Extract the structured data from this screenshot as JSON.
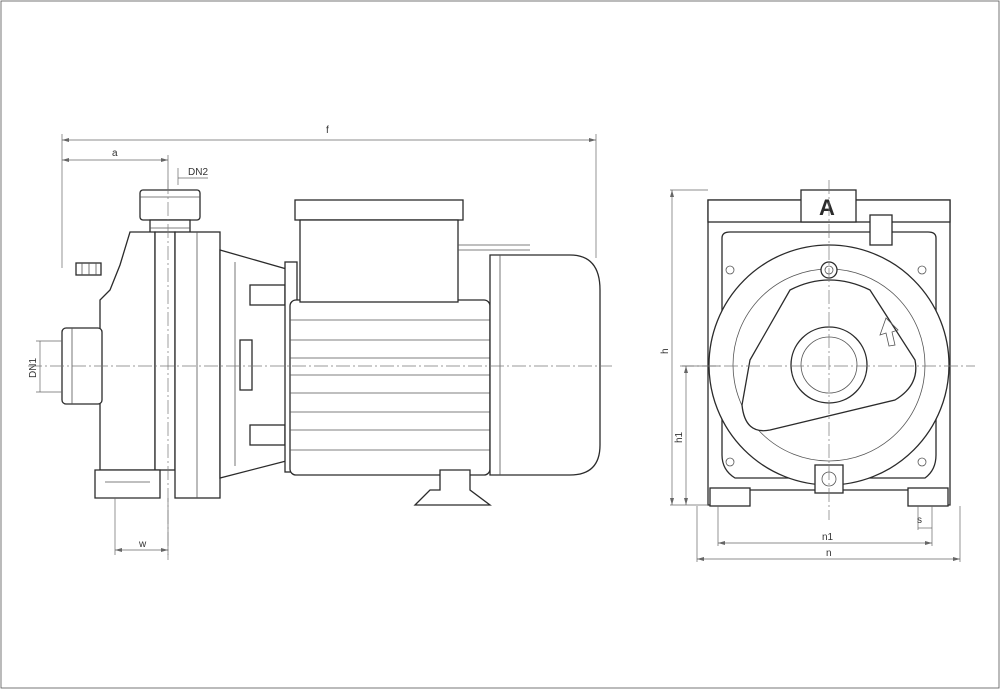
{
  "labels": {
    "f": "f",
    "a": "a",
    "dn2": "DN2",
    "dn1": "DN1",
    "w": "w",
    "h": "h",
    "h1": "h1",
    "n1": "n1",
    "n": "n",
    "s": "s"
  },
  "logo_letter": "A",
  "colors": {
    "line": "#2b2b2b",
    "dimension": "#666666",
    "background": "#ffffff"
  }
}
